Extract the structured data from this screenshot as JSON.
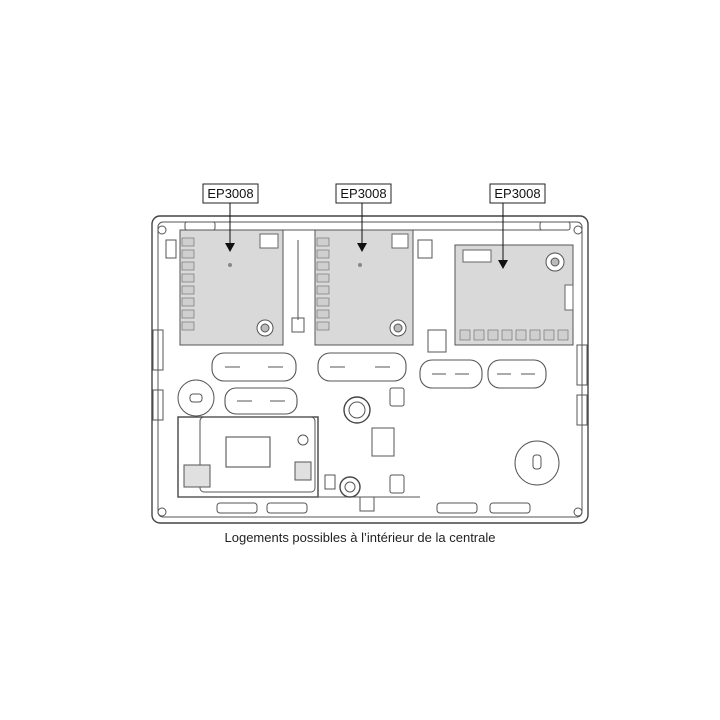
{
  "callouts": [
    {
      "label": "EP3008"
    },
    {
      "label": "EP3008"
    },
    {
      "label": "EP3008"
    }
  ],
  "caption": "Logements possibles à l’intérieur de la centrale"
}
